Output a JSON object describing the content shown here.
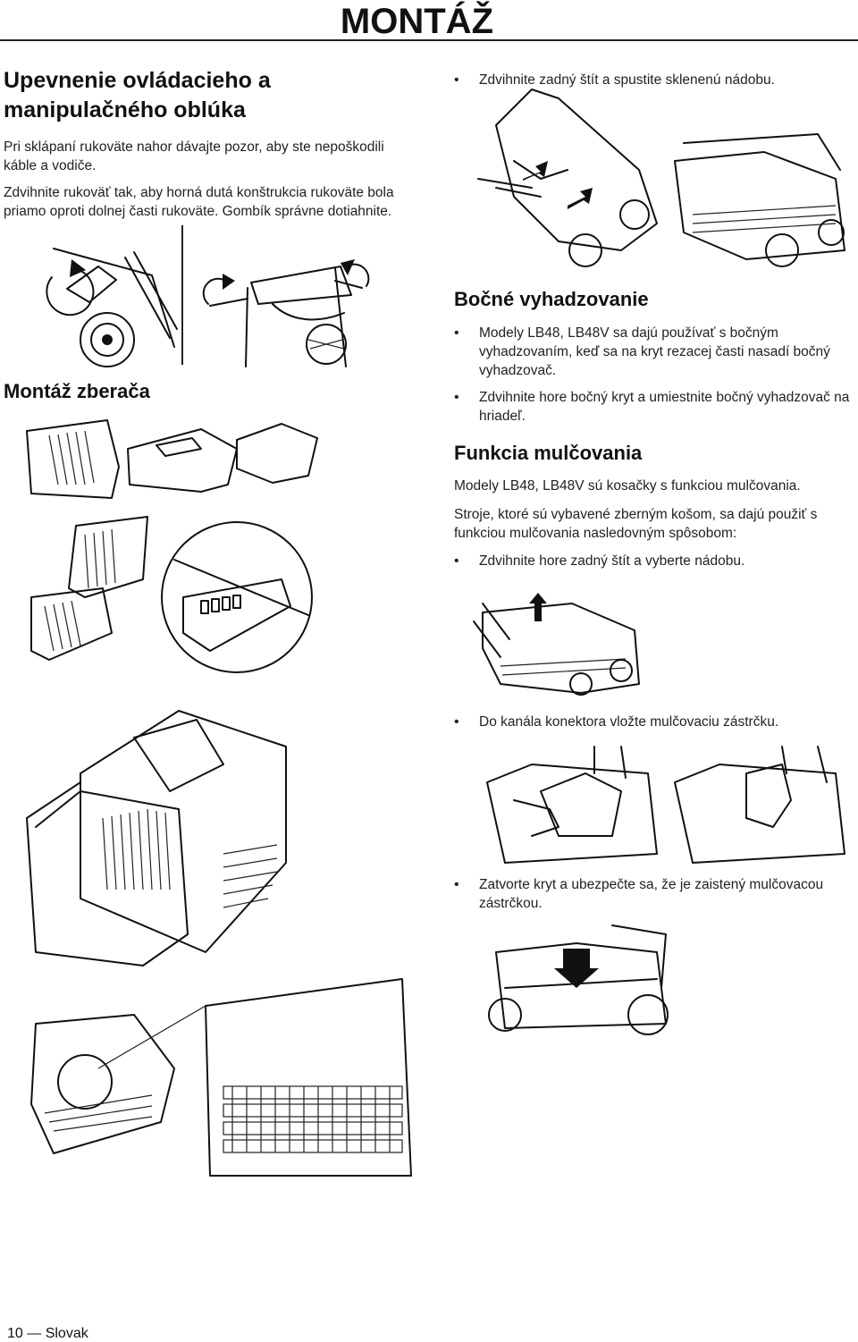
{
  "header": {
    "title": "MONTÁŽ"
  },
  "left": {
    "heading": "Upevnenie ovládacieho a manipulačného oblúka",
    "p1": "Pri sklápaní rukoväte nahor dávajte pozor, aby ste nepoškodili káble a vodiče.",
    "p2": "Zdvihnite rukoväť tak, aby horná dutá konštrukcia rukoväte bola priamo oproti dolnej časti rukoväte. Gombík správne dotiahnite.",
    "collector_heading": "Montáž zberača"
  },
  "right": {
    "bullet_rear": "Zdvihnite zadný štít a spustite sklenenú nádobu.",
    "side_heading": "Bočné vyhadzovanie",
    "side_b1": "Modely LB48, LB48V sa dajú používať s bočným vyhadzovaním, keď sa na kryt rezacej časti nasadí bočný vyhadzovač.",
    "side_b2": "Zdvihnite hore bočný kryt a umiestnite bočný vyhadzovač na hriadeľ.",
    "mulch_heading": "Funkcia mulčovania",
    "mulch_p1": "Modely LB48, LB48V sú kosačky s funkciou mulčovania.",
    "mulch_p2": "Stroje, ktoré sú vybavené zberným košom, sa dajú použiť s funkciou mulčovania nasledovným spôsobom:",
    "mulch_b1": "Zdvihnite hore zadný štít a vyberte nádobu.",
    "mulch_b2": "Do kanála konektora vložte mulčovaciu zástrčku.",
    "mulch_b3": "Zatvorte kryt a ubezpečte sa, že je zaistený mulčovacou zástrčkou."
  },
  "footer": {
    "page_number": "10",
    "dash": "—",
    "language": "Slovak"
  }
}
